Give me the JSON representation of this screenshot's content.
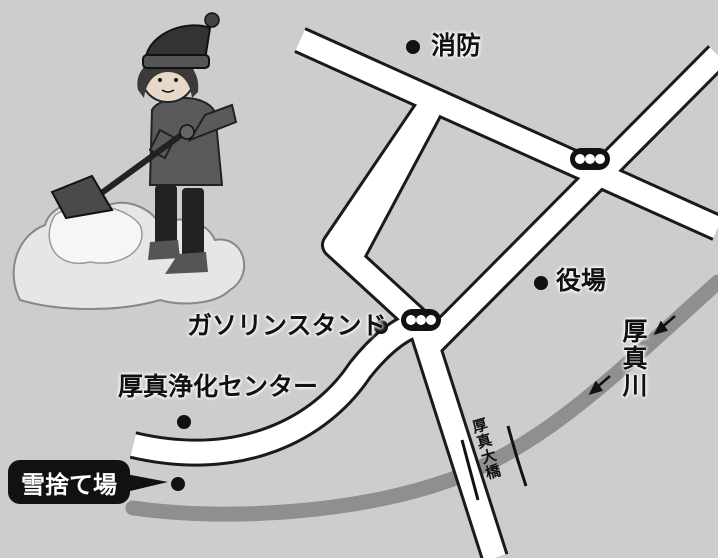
{
  "colors": {
    "background": "#cdcdcd",
    "road_fill": "#ffffff",
    "road_edge": "#1a1a1a",
    "river": "#8f8f8f",
    "dot": "#111111",
    "destination_bg": "#111111",
    "destination_text": "#ffffff"
  },
  "landmarks": {
    "fire_station": "消防",
    "town_office": "役場",
    "gas_station": "ガソリンスタンド",
    "purification_center": "厚真浄化センター"
  },
  "river": {
    "name": "厚真川"
  },
  "bridge": {
    "name": "厚真大橋"
  },
  "destination": {
    "label": "雪捨て場"
  },
  "icons": [
    "traffic-light-icon",
    "traffic-light-icon",
    "landmark-dot-icon",
    "river-flow-arrow-icon",
    "snow-shoveling-illustration"
  ]
}
